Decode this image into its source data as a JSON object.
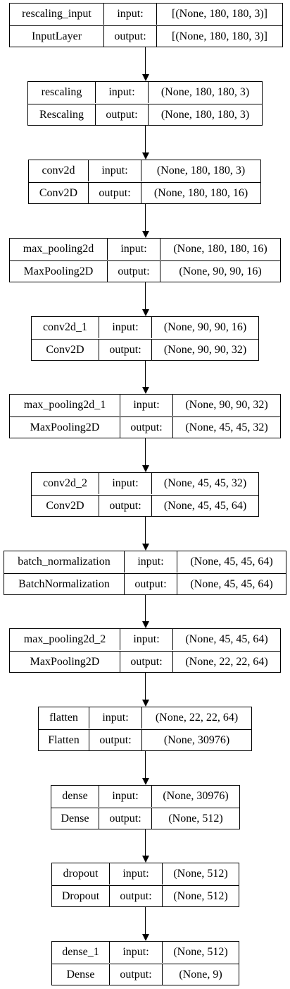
{
  "diagram": {
    "layers": [
      {
        "name": "rescaling_input",
        "type": "InputLayer",
        "input_label": "input:",
        "output_label": "output:",
        "input_shape": "[(None, 180, 180, 3)]",
        "output_shape": "[(None, 180, 180, 3)]"
      },
      {
        "name": "rescaling",
        "type": "Rescaling",
        "input_label": "input:",
        "output_label": "output:",
        "input_shape": "(None, 180, 180, 3)",
        "output_shape": "(None, 180, 180, 3)"
      },
      {
        "name": "conv2d",
        "type": "Conv2D",
        "input_label": "input:",
        "output_label": "output:",
        "input_shape": "(None, 180, 180, 3)",
        "output_shape": "(None, 180, 180, 16)"
      },
      {
        "name": "max_pooling2d",
        "type": "MaxPooling2D",
        "input_label": "input:",
        "output_label": "output:",
        "input_shape": "(None, 180, 180, 16)",
        "output_shape": "(None, 90, 90, 16)"
      },
      {
        "name": "conv2d_1",
        "type": "Conv2D",
        "input_label": "input:",
        "output_label": "output:",
        "input_shape": "(None, 90, 90, 16)",
        "output_shape": "(None, 90, 90, 32)"
      },
      {
        "name": "max_pooling2d_1",
        "type": "MaxPooling2D",
        "input_label": "input:",
        "output_label": "output:",
        "input_shape": "(None, 90, 90, 32)",
        "output_shape": "(None, 45, 45, 32)"
      },
      {
        "name": "conv2d_2",
        "type": "Conv2D",
        "input_label": "input:",
        "output_label": "output:",
        "input_shape": "(None, 45, 45, 32)",
        "output_shape": "(None, 45, 45, 64)"
      },
      {
        "name": "batch_normalization",
        "type": "BatchNormalization",
        "input_label": "input:",
        "output_label": "output:",
        "input_shape": "(None, 45, 45, 64)",
        "output_shape": "(None, 45, 45, 64)"
      },
      {
        "name": "max_pooling2d_2",
        "type": "MaxPooling2D",
        "input_label": "input:",
        "output_label": "output:",
        "input_shape": "(None, 45, 45, 64)",
        "output_shape": "(None, 22, 22, 64)"
      },
      {
        "name": "flatten",
        "type": "Flatten",
        "input_label": "input:",
        "output_label": "output:",
        "input_shape": "(None, 22, 22, 64)",
        "output_shape": "(None, 30976)"
      },
      {
        "name": "dense",
        "type": "Dense",
        "input_label": "input:",
        "output_label": "output:",
        "input_shape": "(None, 30976)",
        "output_shape": "(None, 512)"
      },
      {
        "name": "dropout",
        "type": "Dropout",
        "input_label": "input:",
        "output_label": "output:",
        "input_shape": "(None, 512)",
        "output_shape": "(None, 512)"
      },
      {
        "name": "dense_1",
        "type": "Dense",
        "input_label": "input:",
        "output_label": "output:",
        "input_shape": "(None, 512)",
        "output_shape": "(None, 9)"
      }
    ]
  }
}
